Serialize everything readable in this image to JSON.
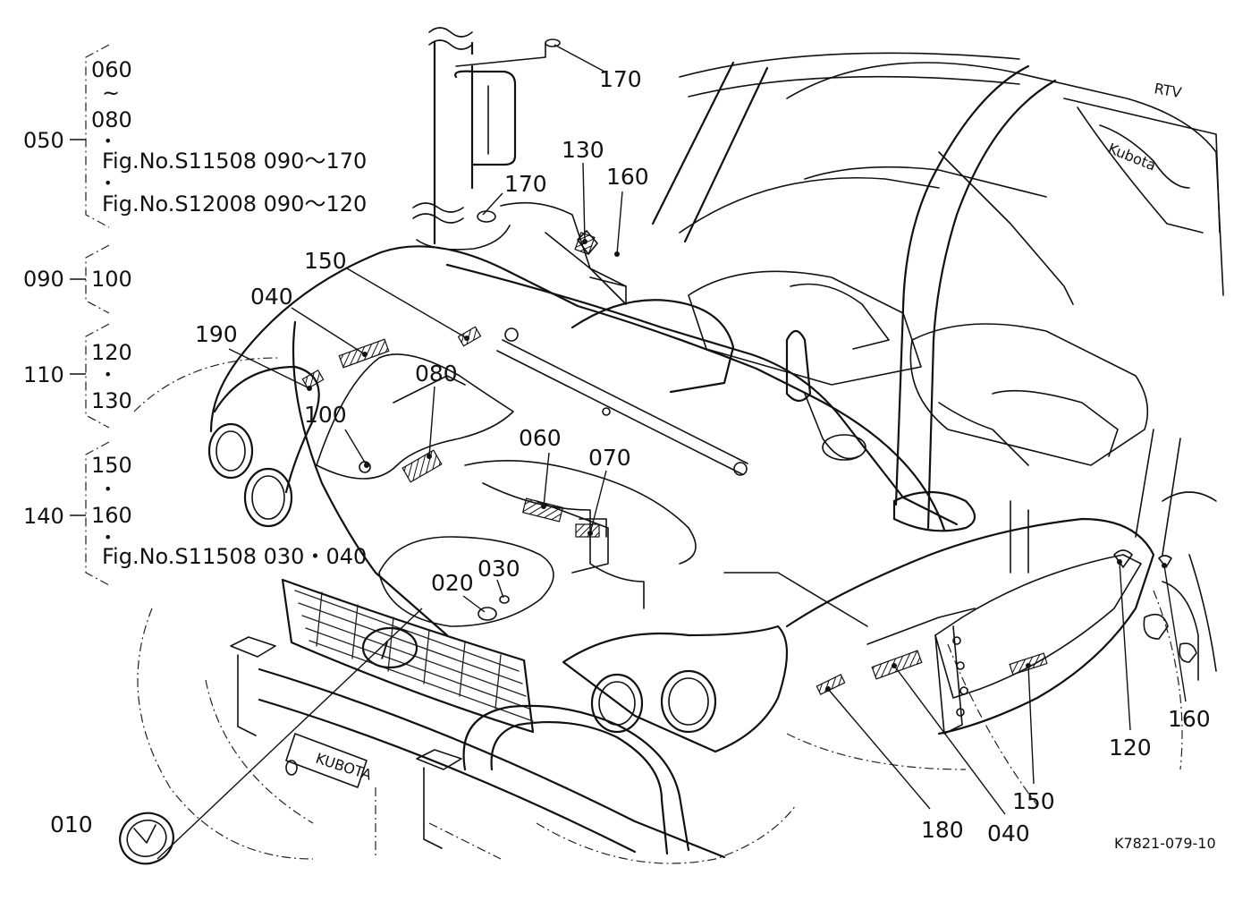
{
  "diagram_code": "K7821-079-10",
  "group_labels": {
    "g050": {
      "parent": "050",
      "lines": [
        "060",
        "~",
        "080",
        "•",
        "Fig.No.S11508  090～170",
        "•",
        "Fig.No.S12008  090～120"
      ]
    },
    "g090": {
      "parent": "090",
      "lines": [
        "100"
      ]
    },
    "g110": {
      "parent": "110",
      "lines": [
        "120",
        "•",
        "130"
      ]
    },
    "g140": {
      "parent": "140",
      "lines": [
        "150",
        "•",
        "160",
        "•",
        "Fig.No.S11508  030・040"
      ]
    }
  },
  "callouts": {
    "c170a": "170",
    "c170b": "170",
    "c130": "130",
    "c160a": "160",
    "c150a": "150",
    "c040a": "040",
    "c190": "190",
    "c080": "080",
    "c100": "100",
    "c060": "060",
    "c070": "070",
    "c020": "020",
    "c030": "030",
    "c010": "010",
    "c180": "180",
    "c040b": "040",
    "c150b": "150",
    "c120": "120",
    "c160b": "160"
  },
  "emblems": {
    "grille_badge": "/",
    "plate_text": "KUBOTA",
    "seat_logo": "Kubota",
    "cab_text": "RTV"
  }
}
